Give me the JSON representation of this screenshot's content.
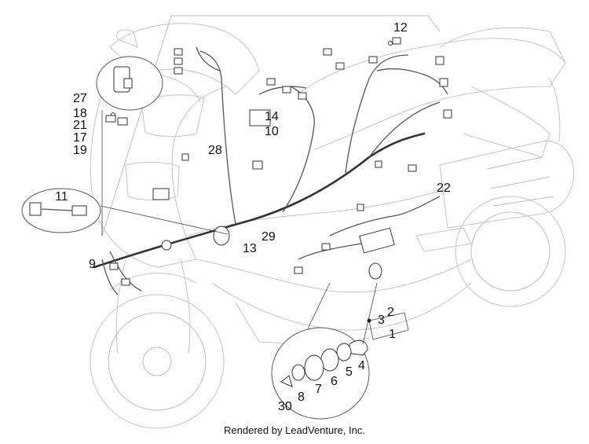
{
  "diagram": {
    "callouts": [
      {
        "id": "12",
        "text": "12"
      },
      {
        "id": "27",
        "text": "27"
      },
      {
        "id": "18",
        "text": "18"
      },
      {
        "id": "21",
        "text": "21"
      },
      {
        "id": "17",
        "text": "17"
      },
      {
        "id": "19",
        "text": "19"
      },
      {
        "id": "14",
        "text": "14"
      },
      {
        "id": "10",
        "text": "10"
      },
      {
        "id": "28",
        "text": "28"
      },
      {
        "id": "22",
        "text": "22"
      },
      {
        "id": "11",
        "text": "11"
      },
      {
        "id": "13",
        "text": "13"
      },
      {
        "id": "29",
        "text": "29"
      },
      {
        "id": "9",
        "text": "9"
      },
      {
        "id": "3",
        "text": "3"
      },
      {
        "id": "2",
        "text": "2"
      },
      {
        "id": "1",
        "text": "1"
      },
      {
        "id": "4",
        "text": "4"
      },
      {
        "id": "5",
        "text": "5"
      },
      {
        "id": "6",
        "text": "6"
      },
      {
        "id": "7",
        "text": "7"
      },
      {
        "id": "8",
        "text": "8"
      },
      {
        "id": "30",
        "text": "30"
      }
    ]
  },
  "footer": {
    "credit": "Rendered by LeadVenture, Inc."
  }
}
